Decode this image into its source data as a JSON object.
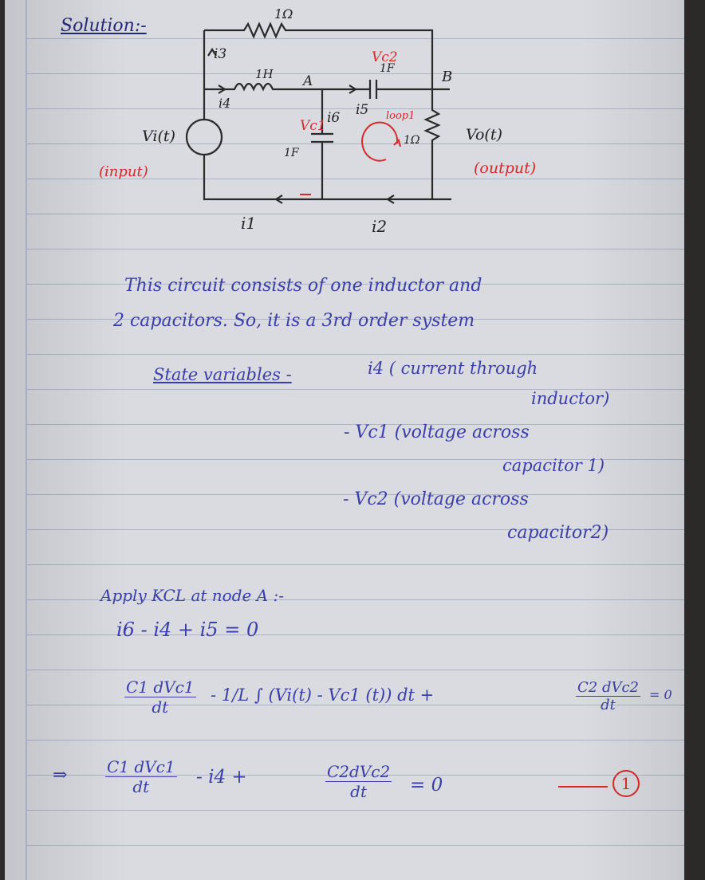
{
  "heading": "Solution:-",
  "circuit": {
    "resistor_top": "1Ω",
    "inductor": "1H",
    "node_a": "A",
    "node_b": "B",
    "cap2_value": "1F",
    "cap1_value": "1F",
    "resistor_right": "1Ω",
    "vc2_label": "Vc2",
    "vc1_label": "Vc1",
    "source_label": "Vi(t)",
    "input_label": "(input)",
    "output_voltage": "Vo(t)",
    "output_label": "(output)",
    "loop_label": "loop1",
    "i1": "i1",
    "i2": "i2",
    "i3": "i3",
    "i4": "i4",
    "i5": "i5",
    "i6": "i6"
  },
  "paragraph": {
    "line1": "This circuit consists of one inductor and",
    "line2": "2 capacitors. So, it is a 3rd order system"
  },
  "state_variables": {
    "label": "State variables -",
    "v1": "i4 ( current through",
    "v1b": "inductor)",
    "v2": "- Vc1 (voltage across",
    "v2b": "capacitor 1)",
    "v3": "- Vc2 (voltage across",
    "v3b": "capacitor2)"
  },
  "kcl": {
    "intro": "Apply KCL at node A :-",
    "eq1": "i6 - i4 + i5 = 0",
    "eq2_t1_num": "C1 dVc1",
    "eq2_t1_den": "dt",
    "eq2_mid": "-  1/L ∫ (Vi(t) - Vc1 (t)) dt  +",
    "eq2_t2_num": "C2 dVc2",
    "eq2_t2_den": "dt",
    "eq2_end": "= 0",
    "eq3_arrow": "⇒",
    "eq3_t1_num": "C1 dVc1",
    "eq3_t1_den": "dt",
    "eq3_mid": "- i4 +",
    "eq3_t2_num": "C2dVc2",
    "eq3_t2_den": "dt",
    "eq3_end": "= 0",
    "eq_number": "1"
  }
}
